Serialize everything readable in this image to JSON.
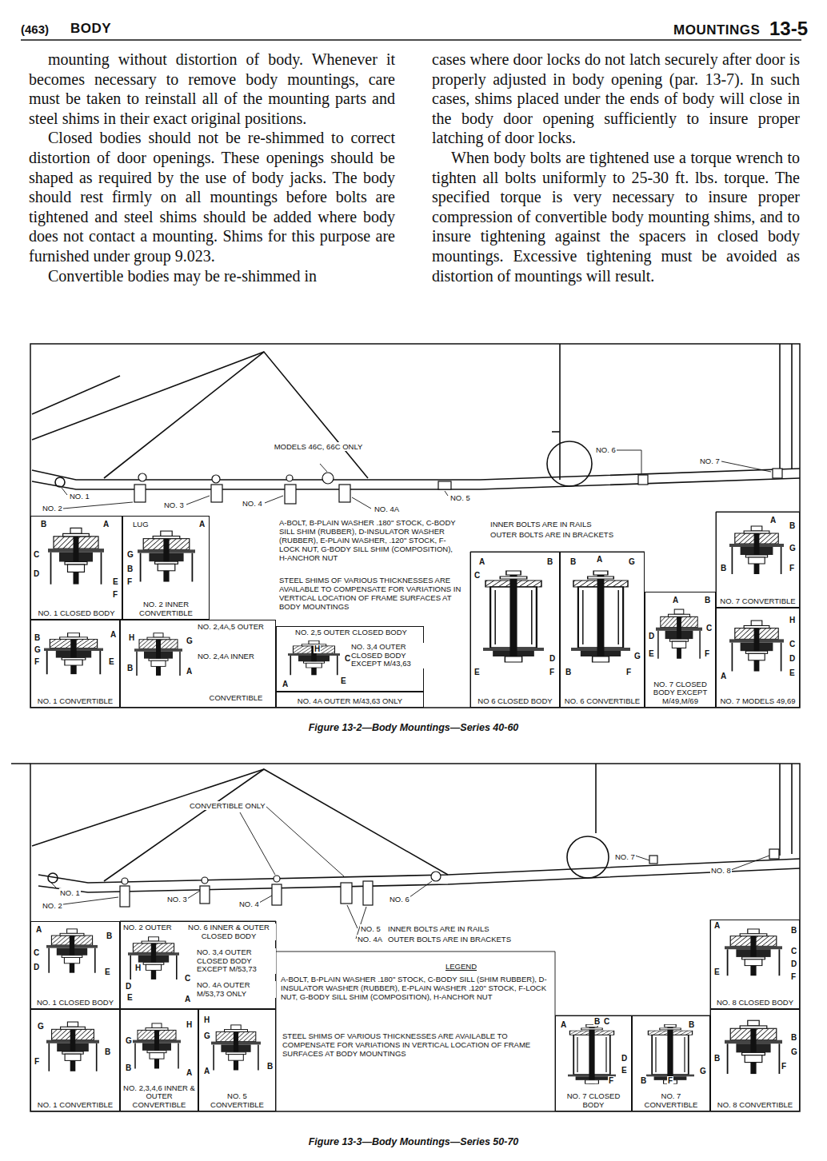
{
  "diagram": {
    "nodes": [
      {
        "text": [
          "NO. 1 CLOSED BODY"
        ]
      },
      {
        "text": [
          "NO. 2 INNER CONVERTIBLE"
        ]
      },
      {
        "text": [
          "NO. 1 CONVERTIBLE"
        ]
      },
      {
        "text": [
          "NO. 2,4A,5 OUTER",
          "NO. 2,4A INNER",
          "CONVERTIBLE"
        ]
      },
      {
        "text": [
          "NO. 2,5 OUTER CLOSED BODY",
          "NO. 3,4 OUTER CLOSED BODY EXCEPT M/43,63"
        ]
      },
      {
        "text": [
          "NO. 4A OUTER M/43,63 ONLY"
        ]
      },
      {
        "text": [
          "NO 6 CLOSED BODY"
        ]
      },
      {
        "text": [
          "NO. 6 CONVERTIBLE"
        ]
      },
      {
        "text": [
          "NO. 7 CLOSED BODY EXCEPT M/49,M/69"
        ]
      },
      {
        "text": [
          "NO. 7 CONVERTIBLE"
        ]
      },
      {
        "text": [
          "NO. 7 MODELS 49,69"
        ]
      },
      {
        "text": [
          "NO. 1 CLOSED BODY"
        ]
      },
      {
        "text": [
          "NO. 1 CONVERTIBLE"
        ]
      },
      {
        "text": [
          "NO. 2 OUTER",
          "NO. 6 INNER & OUTER CLOSED BODY",
          "NO. 3,4 OUTER CLOSED BODY EXCEPT M/53,73",
          "NO. 4A OUTER M/53,73 ONLY"
        ]
      },
      {
        "text": [
          "NO. 2,3,4,6 INNER & OUTER CONVERTIBLE"
        ]
      },
      {
        "text": [
          "NO. 5 CONVERTIBLE"
        ]
      },
      {
        "text": [
          "NO. 7 CLOSED BODY"
        ]
      },
      {
        "text": [
          "NO. 7 CONVERTIBLE"
        ]
      },
      {
        "text": [
          "NO. 8 CLOSED BODY"
        ]
      },
      {
        "text": [
          "NO. 8 CONVERTIBLE"
        ]
      }
    ],
    "labels": [
      "(463)",
      "BODY",
      "MOUNTINGS",
      "13-5",
      "mounting without distortion of body. Whenever it becomes necessary to remove body mountings, care must be taken to reinstall all of the mounting parts and steel shims in their exact original positions.",
      "Closed bodies should not be re-shimmed to correct distortion of door openings. These openings should be shaped as required by the use of body jacks. The body should rest firmly on all mountings before bolts are tightened and steel shims should be added where body does not contact a mounting. Shims for this purpose are furnished under group 9.023.",
      "Convertible bodies may be re-shimmed in",
      "cases where door locks do not latch securely after door is properly adjusted in body opening (par. 13-7). In such cases, shims placed under the ends of body will close in the body door opening sufficiently to insure proper latching of door locks.",
      "When body bolts are tightened use a torque wrench to tighten all bolts uniformly to 25-30 ft. lbs. torque. The specified torque is very necessary to insure proper compression of convertible body mounting shims, and to insure tightening against the spacers in closed body mountings. Excessive tightening must be avoided as distortion of mountings will result.",
      "MODELS 46C, 66C ONLY",
      "NO. 6",
      "NO. 7",
      "NO. 1",
      "NO. 2",
      "NO. 3",
      "NO. 4",
      "NO. 4A",
      "NO. 5",
      "A-BOLT, B-PLAIN WASHER .180\" STOCK, C-BODY SILL SHIM (RUBBER), D-INSULATOR WASHER (RUBBER), E-PLAIN WASHER, .120\" STOCK, F-LOCK NUT, G-BODY SILL SHIM (COMPOSITION), H-ANCHOR NUT",
      "STEEL SHIMS OF VARIOUS THICKNESSES ARE AVAILABLE TO COMPENSATE FOR VARIATIONS IN VERTICAL LOCATION OF FRAME SURFACES AT BODY MOUNTINGS",
      "INNER BOLTS ARE IN RAILS",
      "OUTER BOLTS ARE IN BRACKETS",
      "B",
      "A",
      "C",
      "D",
      "E",
      "F",
      "LUG",
      "A",
      "G",
      "B",
      "F",
      "B",
      "A",
      "G",
      "F",
      "E",
      "H",
      "G",
      "B",
      "A",
      "H",
      "C",
      "A",
      "E",
      "A",
      "B",
      "C",
      "D",
      "E",
      "F",
      "B",
      "A",
      "G",
      "G",
      "B",
      "F",
      "A",
      "B",
      "C",
      "D",
      "E",
      "F",
      "A",
      "B",
      "G",
      "B",
      "F",
      "H",
      "C",
      "D",
      "E",
      "A",
      "Figure 13-2—Body Mountings—Series 40-60",
      "CONVERTIBLE ONLY",
      "NO. 7",
      "NO. 8",
      "NO. 1",
      "NO. 2",
      "NO. 3",
      "NO. 4",
      "NO. 6",
      "NO. 5",
      "NO. 4A",
      "INNER BOLTS ARE IN RAILS",
      "OUTER BOLTS ARE IN BRACKETS",
      "LEGEND",
      "A-BOLT, B-PLAIN WASHER .180\" STOCK, C-BODY SILL (SHIM RUBBER), D-INSULATOR WASHER (RUBBER), E-PLAIN WASHER .120\" STOCK, F-LOCK NUT, G-BODY SILL SHIM (COMPOSITION), H-ANCHOR NUT",
      "STEEL SHIMS OF VARIOUS THICKNESSES ARE AVAILABLE TO COMPENSATE FOR VARIATIONS IN VERTICAL LOCATION OF FRAME SURFACES AT BODY MOUNTINGS",
      "A",
      "B",
      "C",
      "D",
      "E",
      "G",
      "F",
      "B",
      "H",
      "C",
      "D",
      "E",
      "A",
      "G",
      "H",
      "B",
      "A",
      "H",
      "G",
      "A",
      "B",
      "A",
      "B",
      "C",
      "D",
      "E",
      "F",
      "B",
      "G",
      "F",
      "B",
      "A",
      "B",
      "C",
      "D",
      "E",
      "F",
      "B",
      "G",
      "B",
      "F",
      "Figure 13-3—Body Mountings—Series 50-70"
    ]
  }
}
